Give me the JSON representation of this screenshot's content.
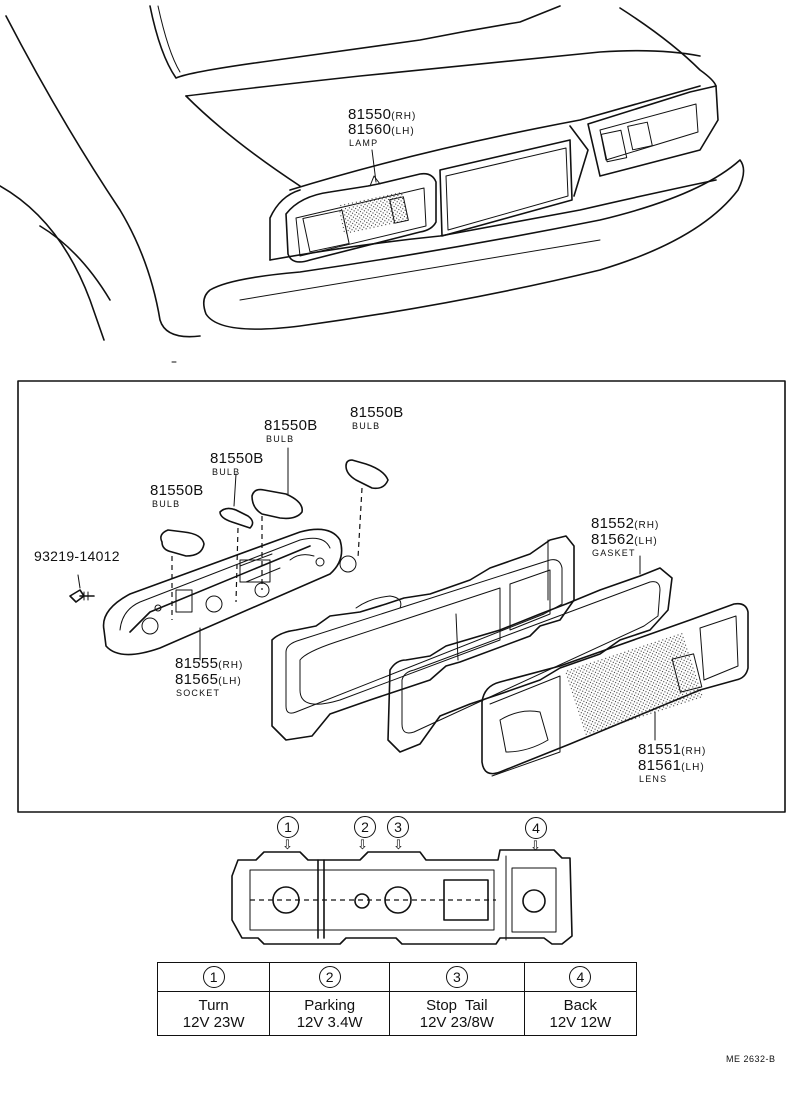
{
  "lamp": {
    "pn_rh": "81550",
    "pn_lh": "81560",
    "rh": "(RH)",
    "lh": "(LH)",
    "name": "LAMP"
  },
  "bulbs": [
    {
      "pn": "81550B",
      "name": "BULB"
    },
    {
      "pn": "81550B",
      "name": "BULB"
    },
    {
      "pn": "81550B",
      "name": "BULB"
    },
    {
      "pn": "81550B",
      "name": "BULB"
    }
  ],
  "screw": {
    "pn": "93219-14012"
  },
  "socket": {
    "pn_rh": "81555",
    "pn_lh": "81565",
    "rh": "(RH)",
    "lh": "(LH)",
    "name": "SOCKET"
  },
  "gasket": {
    "pn_rh": "81552",
    "pn_lh": "81562",
    "rh": "(RH)",
    "lh": "(LH)",
    "name": "GASKET"
  },
  "lens": {
    "pn_rh": "81551",
    "pn_lh": "81561",
    "rh": "(RH)",
    "lh": "(LH)",
    "name": "LENS"
  },
  "positions": [
    "1",
    "2",
    "3",
    "4"
  ],
  "table": [
    {
      "num": "1",
      "func": "Turn",
      "spec": "12V 23W"
    },
    {
      "num": "2",
      "func": "Parking",
      "spec": "12V 3.4W"
    },
    {
      "num": "3",
      "func": "Stop  Tail",
      "spec": "12V 23/8W"
    },
    {
      "num": "4",
      "func": "Back",
      "spec": "12V 12W"
    }
  ],
  "drawing_code": "ME 2632-B",
  "arrow_glyph": "⇩",
  "icons": [
    "car-rear-illustration",
    "exploded-lamp-assembly",
    "bulb-position-diagram"
  ]
}
